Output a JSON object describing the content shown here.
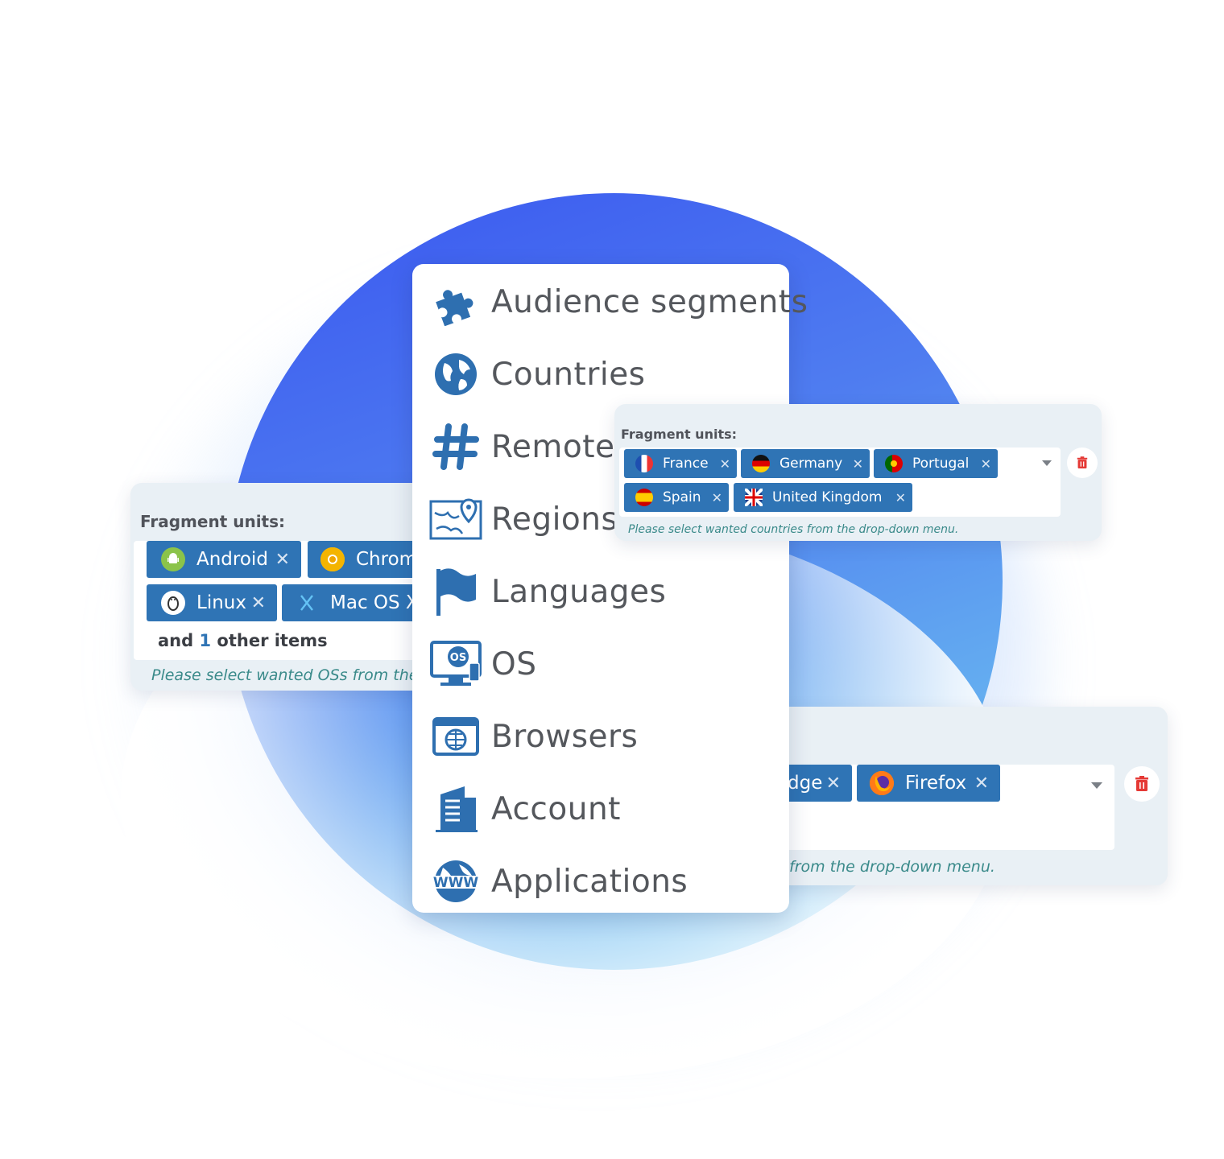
{
  "colors": {
    "accent": "#2f74b5",
    "icon_blue": "#2e6fb0",
    "delete_red": "#e53935",
    "card_bg": "#e9f0f5",
    "hint_text": "#3a8a8a"
  },
  "menu": {
    "items": [
      {
        "label": "Audience segments",
        "icon": "puzzle-icon"
      },
      {
        "label": "Countries",
        "icon": "globe-icon"
      },
      {
        "label": "Remote",
        "icon": "hash-icon"
      },
      {
        "label": "Regions",
        "icon": "map-pin-icon"
      },
      {
        "label": "Languages",
        "icon": "flag-icon"
      },
      {
        "label": "OS",
        "icon": "os-monitor-icon"
      },
      {
        "label": "Browsers",
        "icon": "browser-globe-icon"
      },
      {
        "label": "Account",
        "icon": "building-icon"
      },
      {
        "label": "Applications",
        "icon": "www-globe-icon"
      }
    ]
  },
  "os_card": {
    "label": "Fragment units:",
    "tags": [
      {
        "label": "Android",
        "icon": "android-icon"
      },
      {
        "label": "Chrom",
        "icon": "chrome-icon"
      },
      {
        "label": "Linux",
        "icon": "linux-icon"
      },
      {
        "label": "Mac OS X",
        "icon": "macos-x-icon"
      }
    ],
    "more_prefix": "and",
    "more_count": "1",
    "more_suffix": "other items",
    "hint": "Please select wanted OSs from the d"
  },
  "countries_card": {
    "label": "Fragment units:",
    "tags": [
      {
        "label": "France",
        "icon": "france-flag-icon"
      },
      {
        "label": "Germany",
        "icon": "germany-flag-icon"
      },
      {
        "label": "Portugal",
        "icon": "portugal-flag-icon"
      },
      {
        "label": "Spain",
        "icon": "spain-flag-icon"
      },
      {
        "label": "United Kingdom",
        "icon": "uk-flag-icon"
      }
    ],
    "hint": "Please select wanted countries from the drop-down menu."
  },
  "browsers_card": {
    "tags": [
      {
        "label": "dge",
        "icon": "edge-icon"
      },
      {
        "label": "Firefox",
        "icon": "firefox-icon"
      }
    ],
    "hint": "from the drop-down menu."
  },
  "remove_glyph": "✕"
}
